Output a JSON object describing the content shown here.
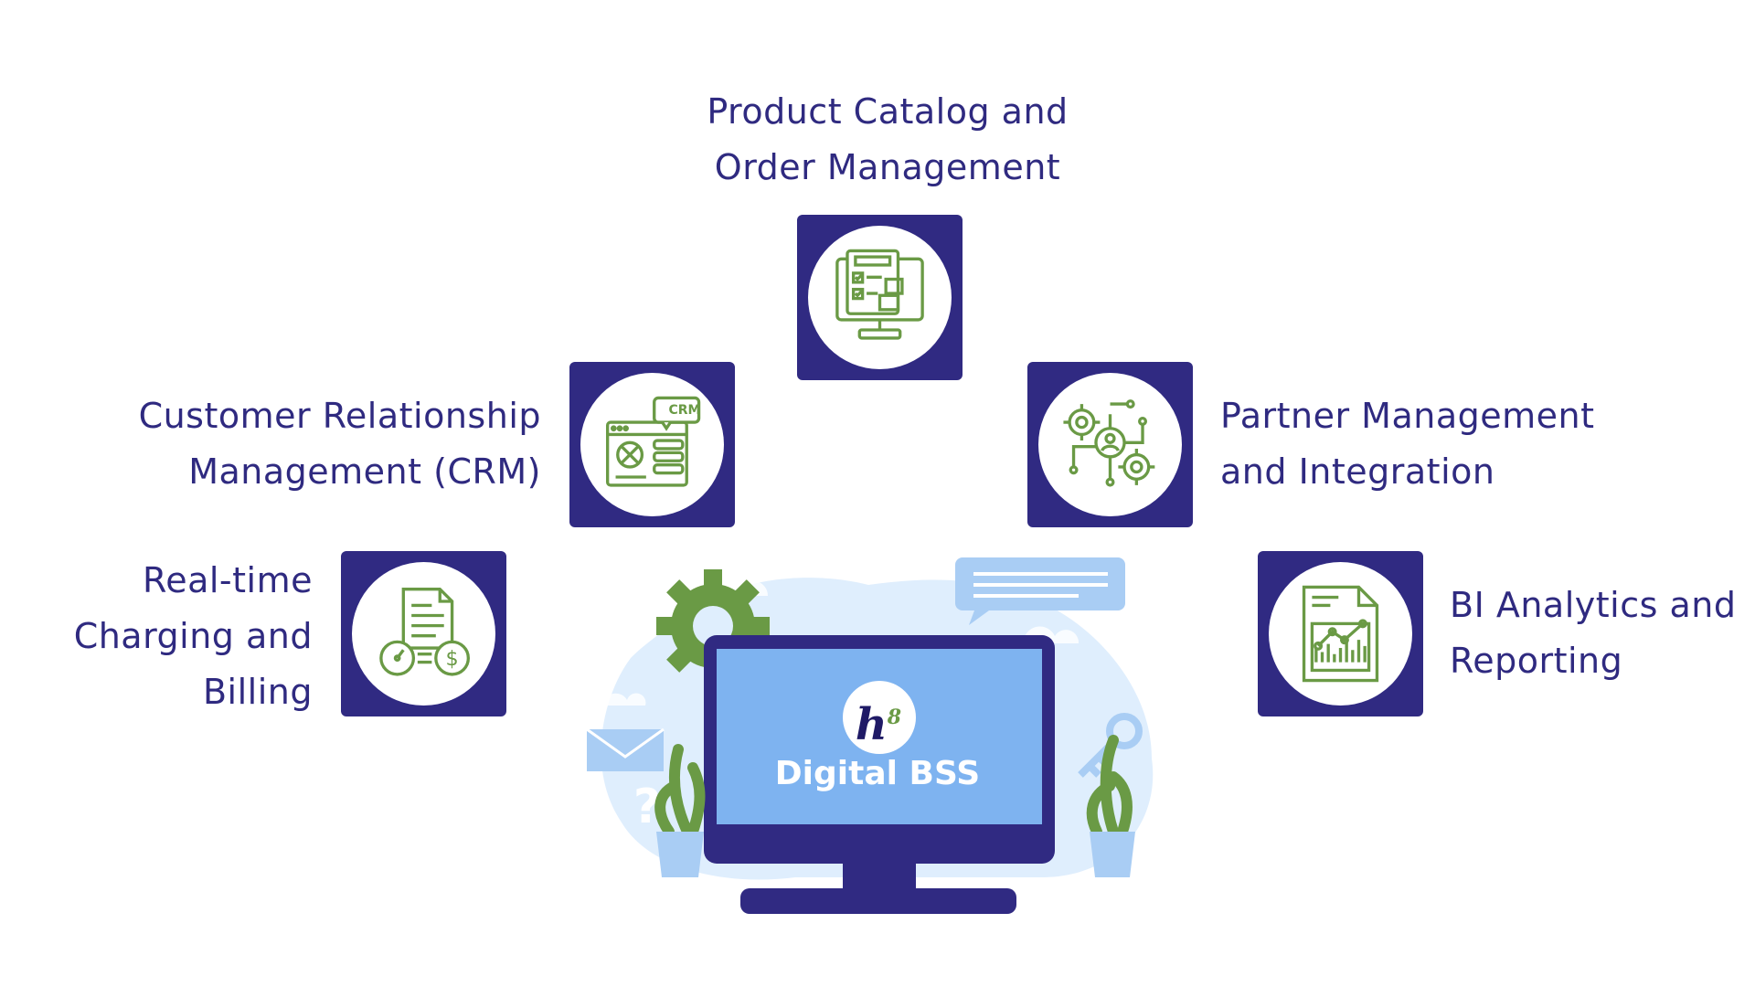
{
  "modules": {
    "product_catalog": {
      "lines": [
        "Product Catalog and",
        "Order Management"
      ],
      "icon": "order-management-monitor-icon"
    },
    "crm": {
      "lines": [
        "Customer Relationship",
        "Management (CRM)"
      ],
      "icon": "crm-dashboard-icon"
    },
    "partner": {
      "lines": [
        "Partner Management",
        "and Integration"
      ],
      "icon": "partner-network-gears-icon"
    },
    "billing": {
      "lines": [
        "Real-time",
        "Charging and",
        "Billing"
      ],
      "icon": "charging-billing-icon"
    },
    "bi": {
      "lines": [
        "BI Analytics and",
        "Reporting"
      ],
      "icon": "analytics-report-icon"
    }
  },
  "center": {
    "logo_mark": "h",
    "logo_superscript": "8",
    "title": "Digital BSS"
  },
  "colors": {
    "tile": "#302a82",
    "label": "#2f2a80",
    "icon_green": "#6a9a45",
    "screen": "#7eb3f0",
    "backdrop": "#dfeefd"
  }
}
